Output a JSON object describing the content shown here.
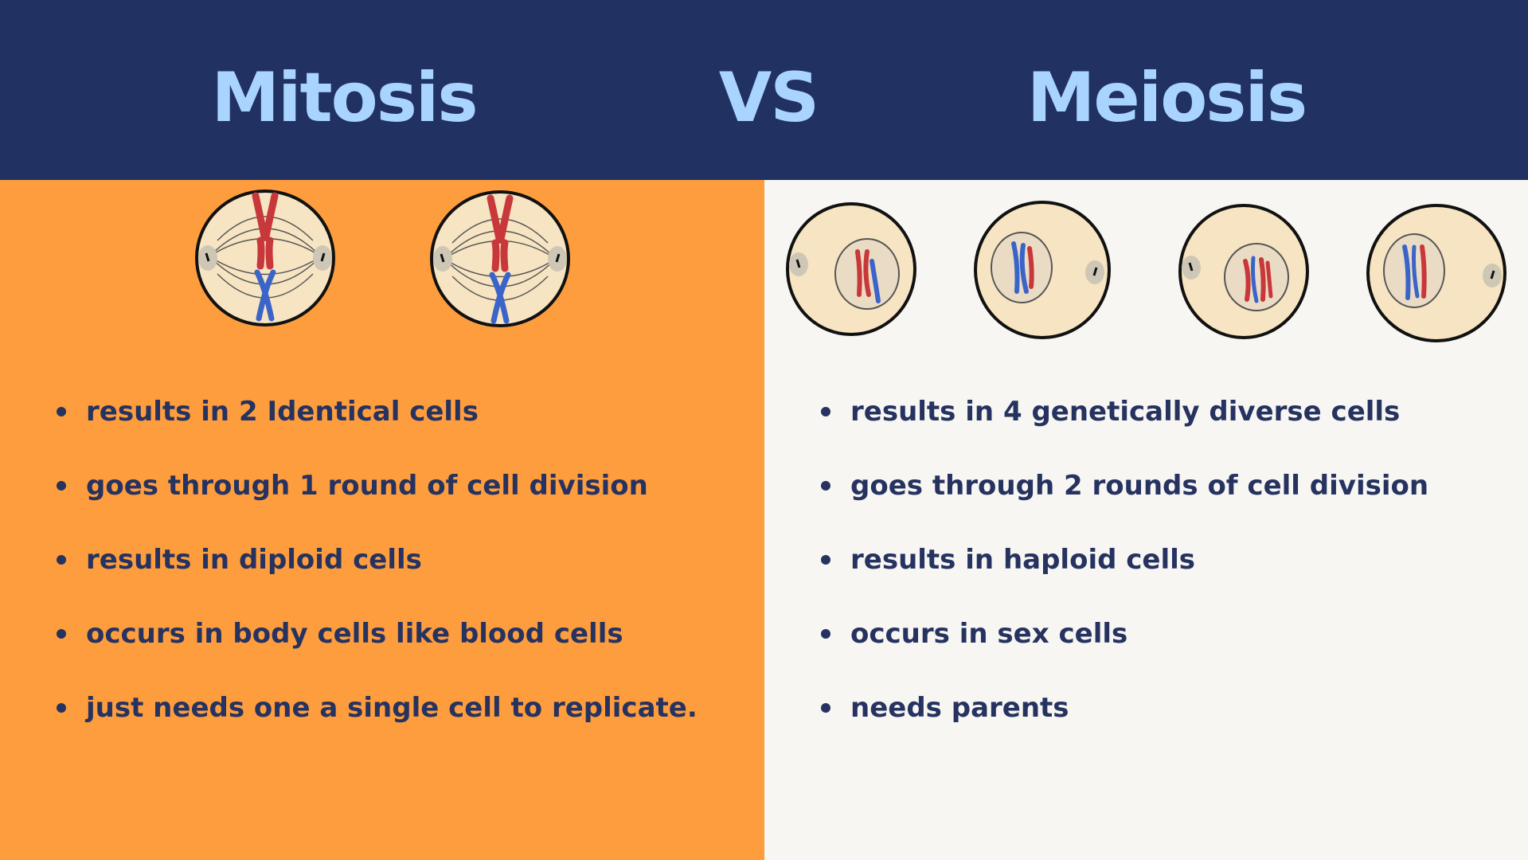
{
  "header": {
    "left_title": "Mitosis",
    "vs": "VS",
    "right_title": "Meiosis"
  },
  "mitosis": {
    "points": [
      "results in 2 Identical cells",
      "goes through 1 round of cell division",
      "results in diploid cells",
      "occurs in body cells like blood cells",
      "just needs one a single cell to replicate."
    ]
  },
  "meiosis": {
    "points": [
      "results in 4 genetically diverse cells",
      "goes through 2 rounds of cell division",
      "results in haploid cells",
      "occurs in sex cells",
      "needs parents"
    ]
  },
  "colors": {
    "header_bg": "#213161",
    "title": "#a9d4ff",
    "mitosis_bg": "#fd9d3e",
    "meiosis_bg": "#f7f6f2",
    "text": "#263260",
    "chromosome_red": "#c8373a",
    "chromosome_blue": "#3a64c8"
  },
  "illustrations": {
    "mitosis_cells": 2,
    "meiosis_cells": 4
  }
}
